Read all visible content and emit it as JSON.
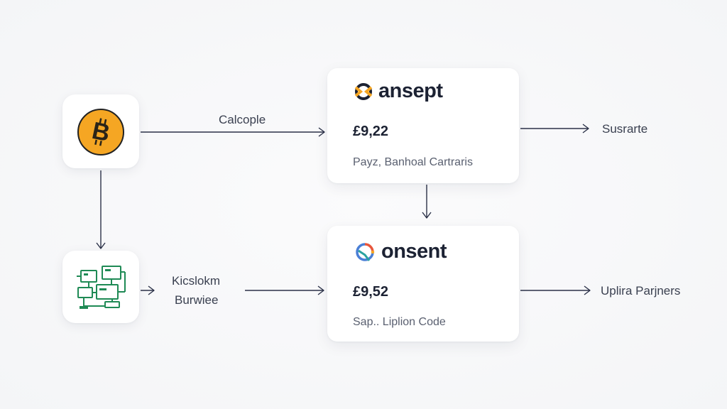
{
  "icons": {
    "bitcoin": "bitcoin-coin-icon",
    "network": "network-devices-icon"
  },
  "colors": {
    "bitcoin": "#f5a623",
    "network": "#1f8a55",
    "arrow": "#2b3148"
  },
  "labels": {
    "top_arrow": "Calcople",
    "middle_left_line1": "Kicslokm",
    "middle_left_line2": "Burwiee",
    "top_right": "Susrarte",
    "bottom_right": "Uplira Parjners"
  },
  "cards": [
    {
      "brand": "ansept",
      "price": "£9,22",
      "meta": "Payz, Banhoal Cartraris"
    },
    {
      "brand": "onsent",
      "price": "£9,52",
      "meta": "Sap.. Liplion Code"
    }
  ]
}
